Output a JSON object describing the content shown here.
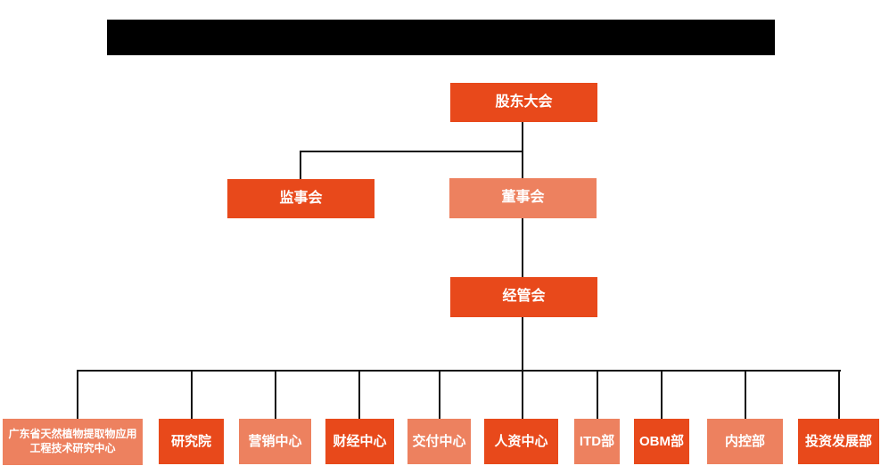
{
  "header": {
    "redacted_title_bar": "black-redaction-bar"
  },
  "colors": {
    "dark_orange": "#E8491B",
    "light_orange": "#ED815F",
    "line": "#111111",
    "background": "#FFFFFF",
    "redaction": "#000000"
  },
  "org_chart": {
    "level1": {
      "label": "股东大会",
      "variant": "dark"
    },
    "level2": [
      {
        "label": "监事会",
        "variant": "dark"
      },
      {
        "label": "董事会",
        "variant": "light"
      }
    ],
    "level3": {
      "label": "经管会",
      "variant": "dark"
    },
    "level4": [
      {
        "label": "广东省天然植物提取物应用工程技术研究中心",
        "variant": "light"
      },
      {
        "label": "研究院",
        "variant": "dark"
      },
      {
        "label": "营销中心",
        "variant": "light"
      },
      {
        "label": "财经中心",
        "variant": "dark"
      },
      {
        "label": "交付中心",
        "variant": "light"
      },
      {
        "label": "人资中心",
        "variant": "dark"
      },
      {
        "label": "ITD部",
        "variant": "light"
      },
      {
        "label": "OBM部",
        "variant": "dark"
      },
      {
        "label": "内控部",
        "variant": "light"
      },
      {
        "label": "投资发展部",
        "variant": "dark"
      }
    ]
  }
}
